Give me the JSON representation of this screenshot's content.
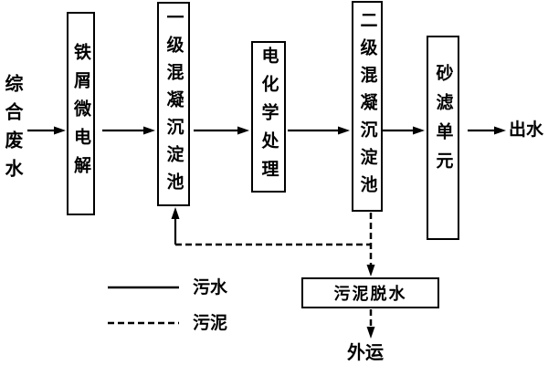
{
  "diagram": {
    "input_label": "综合废水",
    "output_label": "出水",
    "process_boxes": [
      {
        "label": "铁屑微电解"
      },
      {
        "label": "一级混凝沉淀池"
      },
      {
        "label": "电化学处理"
      },
      {
        "label": "二级混凝沉淀池"
      },
      {
        "label": "砂滤单元"
      }
    ],
    "sludge_box_label": "污泥脱水",
    "disposal_label": "外运",
    "legend": [
      {
        "line_style": "solid",
        "label": "污水"
      },
      {
        "line_style": "dashed",
        "label": "污泥"
      }
    ],
    "colors": {
      "line": "#000000",
      "background": "#ffffff"
    }
  }
}
